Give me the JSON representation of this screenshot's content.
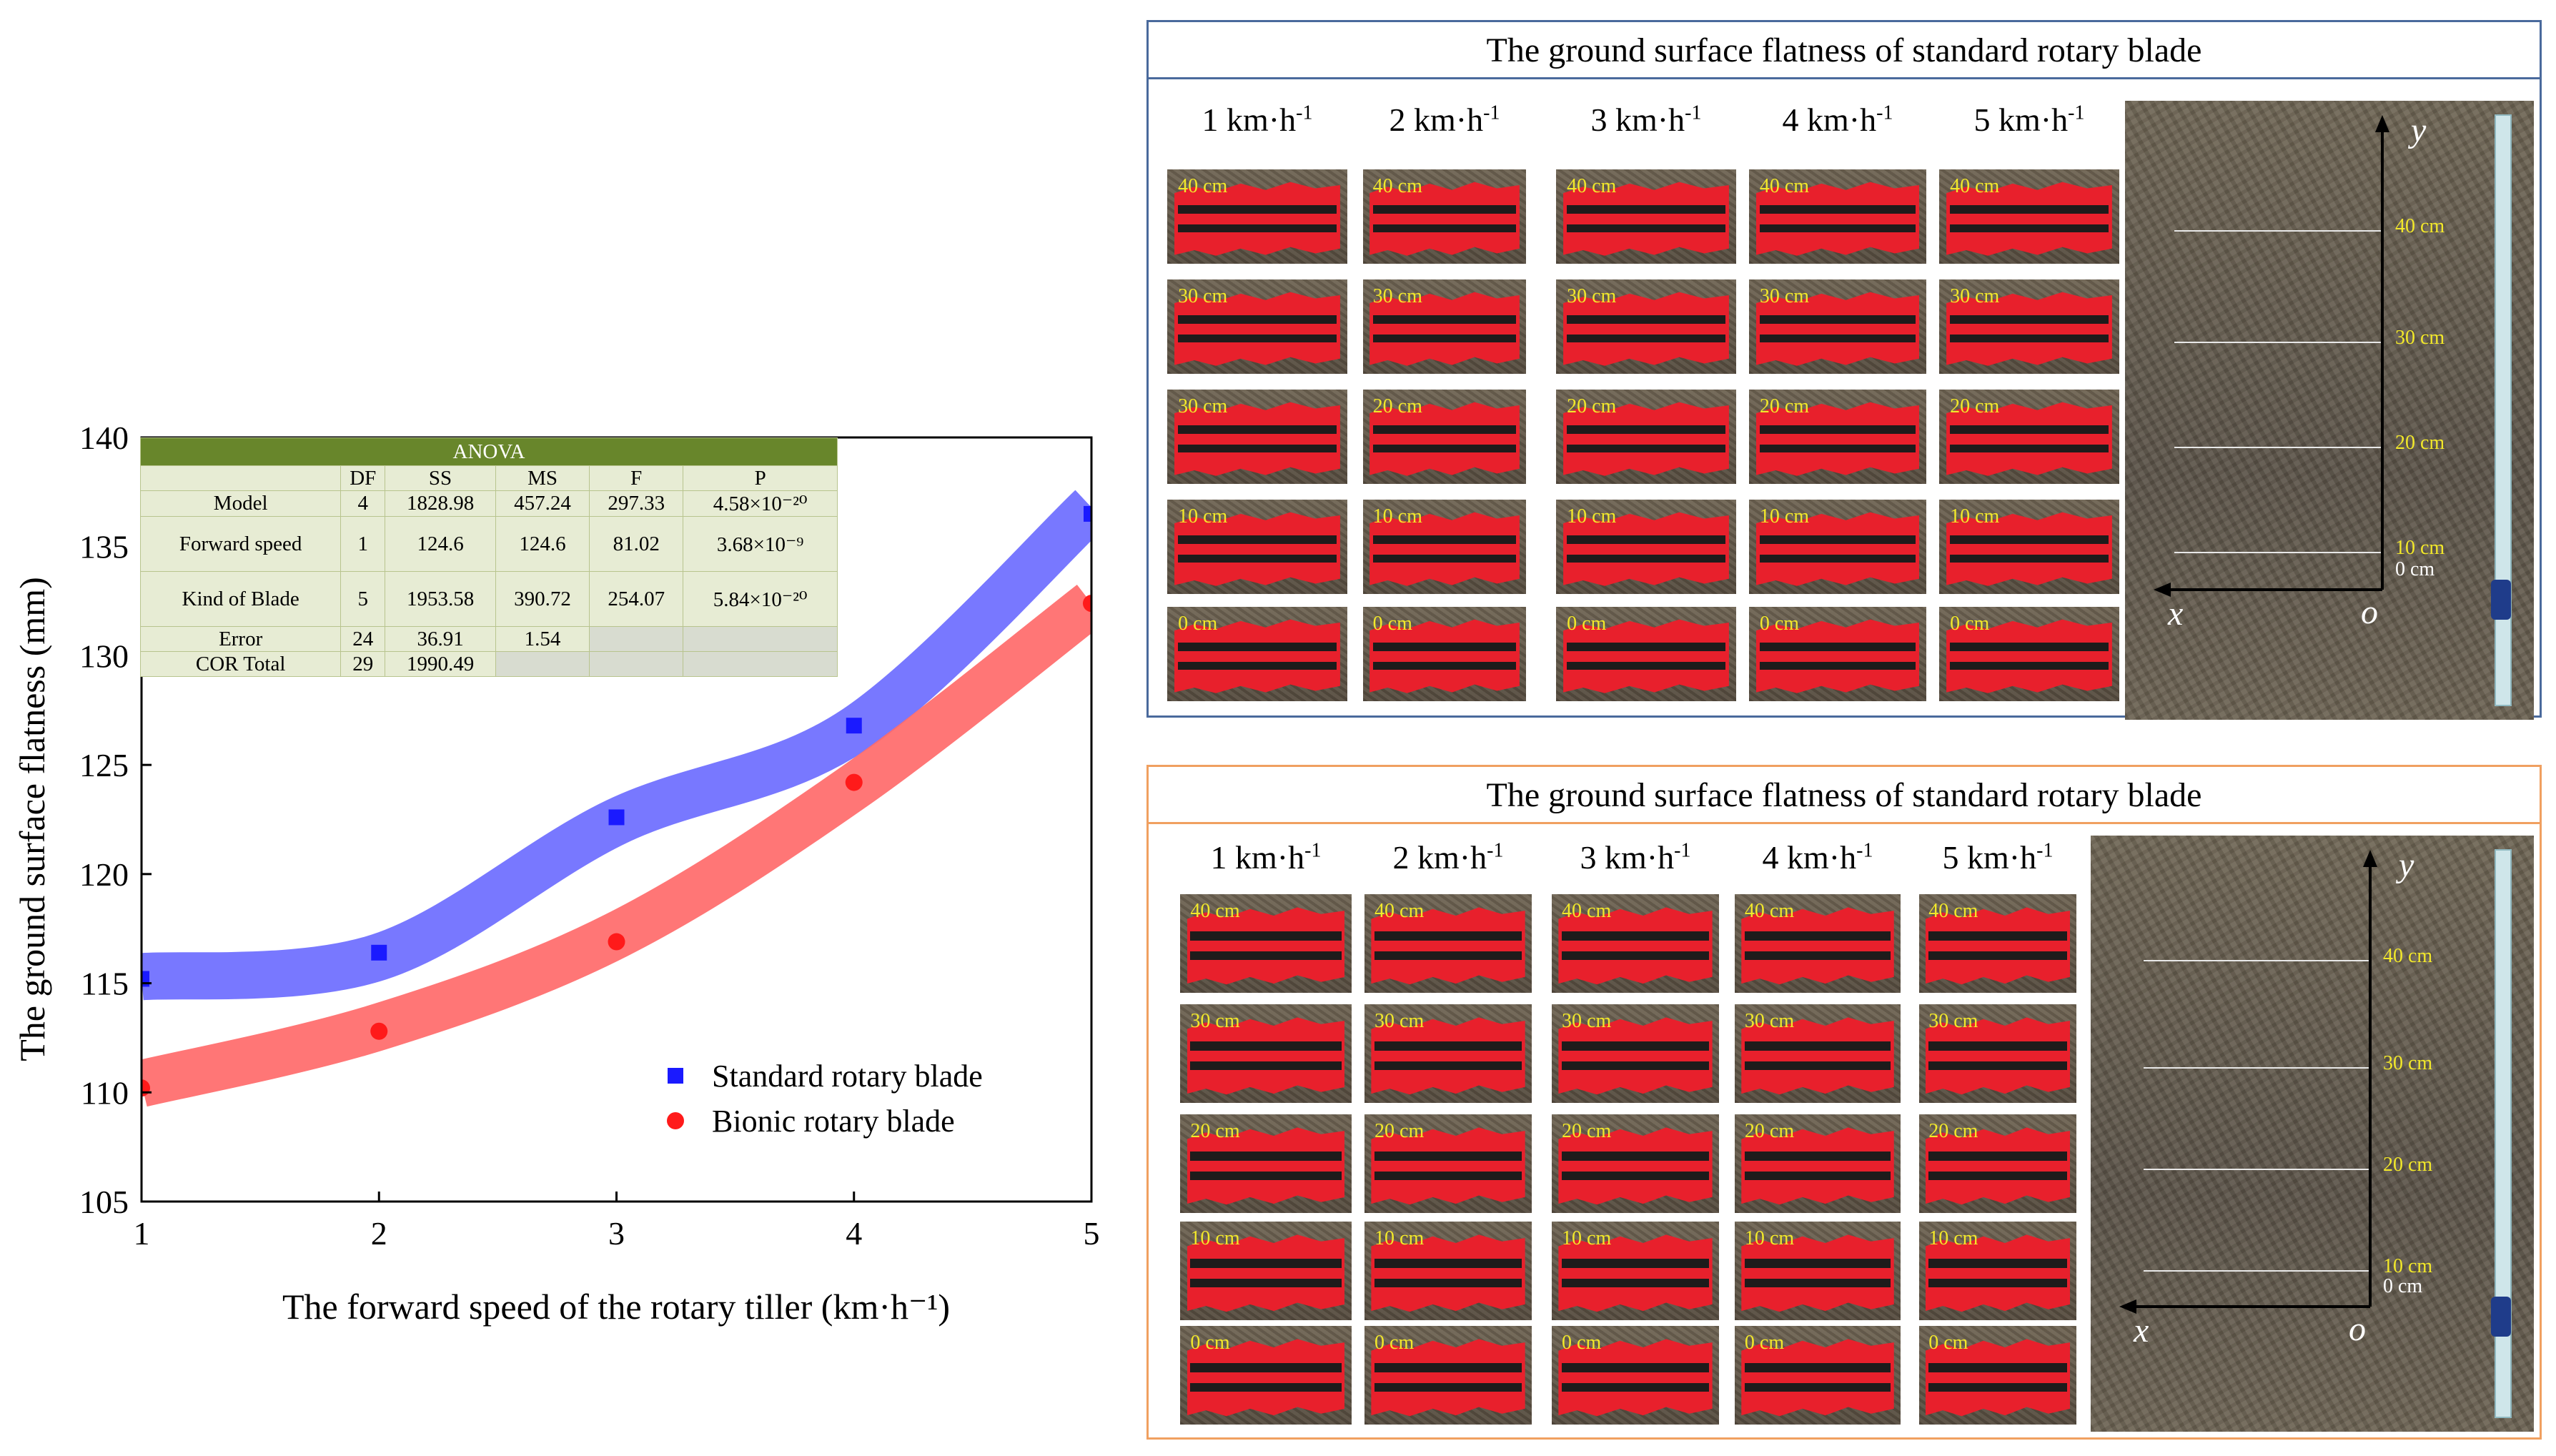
{
  "chart_data": {
    "type": "scatter",
    "xlabel": "The forward speed of the rotary tiller (km·h⁻¹)",
    "ylabel": "The ground surface flatness (mm)",
    "xlim": [
      1,
      5
    ],
    "ylim": [
      105,
      140
    ],
    "xticks": [
      "1",
      "2",
      "3",
      "4",
      "5"
    ],
    "yticks": [
      "105",
      "110",
      "115",
      "120",
      "125",
      "130",
      "135",
      "140"
    ],
    "series": [
      {
        "name": "Standard rotary blade",
        "marker": "square",
        "color": "#1a1aff",
        "x": [
          1,
          2,
          3,
          4,
          5
        ],
        "y": [
          115.2,
          116.4,
          122.6,
          126.8,
          136.5
        ],
        "band_color": "#6c6cff"
      },
      {
        "name": "Bionic rotary blade",
        "marker": "circle",
        "color": "#ff1a1a",
        "x": [
          1,
          2,
          3,
          4,
          5
        ],
        "y": [
          110.2,
          112.8,
          116.9,
          124.2,
          132.4
        ],
        "band_color": "#ff6a6a"
      }
    ],
    "legend_position": "bottom-right",
    "anova": {
      "title": "ANOVA",
      "columns": [
        "",
        "DF",
        "SS",
        "MS",
        "F",
        "P"
      ],
      "rows": [
        [
          "Model",
          "4",
          "1828.98",
          "457.24",
          "297.33",
          "4.58×10⁻²⁰"
        ],
        [
          "Forward speed",
          "1",
          "124.6",
          "124.6",
          "81.02",
          "3.68×10⁻⁹"
        ],
        [
          "Kind of Blade",
          "5",
          "1953.58",
          "390.72",
          "254.07",
          "5.84×10⁻²⁰"
        ],
        [
          "Error",
          "24",
          "36.91",
          "1.54",
          "",
          ""
        ],
        [
          "COR Total",
          "29",
          "1990.49",
          "",
          "",
          ""
        ]
      ]
    }
  },
  "panels": [
    {
      "title": "The ground surface flatness of standard  rotary blade",
      "border_color": "#4a6a9c",
      "speeds": [
        "1 km·h",
        "2 km·h",
        "3 km·h",
        "4 km·h",
        "5 km·h"
      ],
      "speed_sup": "-1",
      "depth_rows": [
        [
          "40 cm",
          "40 cm",
          "40 cm",
          "40 cm",
          "40 cm"
        ],
        [
          "30 cm",
          "30 cm",
          "30 cm",
          "30 cm",
          "30 cm"
        ],
        [
          "30 cm",
          "20 cm",
          "20 cm",
          "20 cm",
          "20 cm"
        ],
        [
          "10 cm",
          "10 cm",
          "10 cm",
          "10 cm",
          "10 cm"
        ],
        [
          "0 cm",
          "0 cm",
          "0 cm",
          "0 cm",
          "0 cm"
        ]
      ],
      "field_labels": [
        "40 cm",
        "30 cm",
        "20 cm",
        "10 cm",
        "0 cm"
      ],
      "axis_x": "x",
      "axis_y": "y",
      "origin": "o"
    },
    {
      "title": "The ground surface flatness of standard  rotary blade",
      "border_color": "#f0a060",
      "speeds": [
        "1 km·h",
        "2 km·h",
        "3 km·h",
        "4 km·h",
        "5 km·h"
      ],
      "speed_sup": "-1",
      "depth_rows": [
        [
          "40 cm",
          "40 cm",
          "40 cm",
          "40 cm",
          "40 cm"
        ],
        [
          "30 cm",
          "30 cm",
          "30 cm",
          "30 cm",
          "30 cm"
        ],
        [
          "20 cm",
          "20 cm",
          "20 cm",
          "20 cm",
          "20 cm"
        ],
        [
          "10 cm",
          "10 cm",
          "10 cm",
          "10 cm",
          "10 cm"
        ],
        [
          "0 cm",
          "0 cm",
          "0 cm",
          "0 cm",
          "0 cm"
        ]
      ],
      "field_labels": [
        "40 cm",
        "30 cm",
        "20 cm",
        "10 cm",
        "0 cm"
      ],
      "axis_x": "x",
      "axis_y": "y",
      "origin": "o"
    }
  ]
}
